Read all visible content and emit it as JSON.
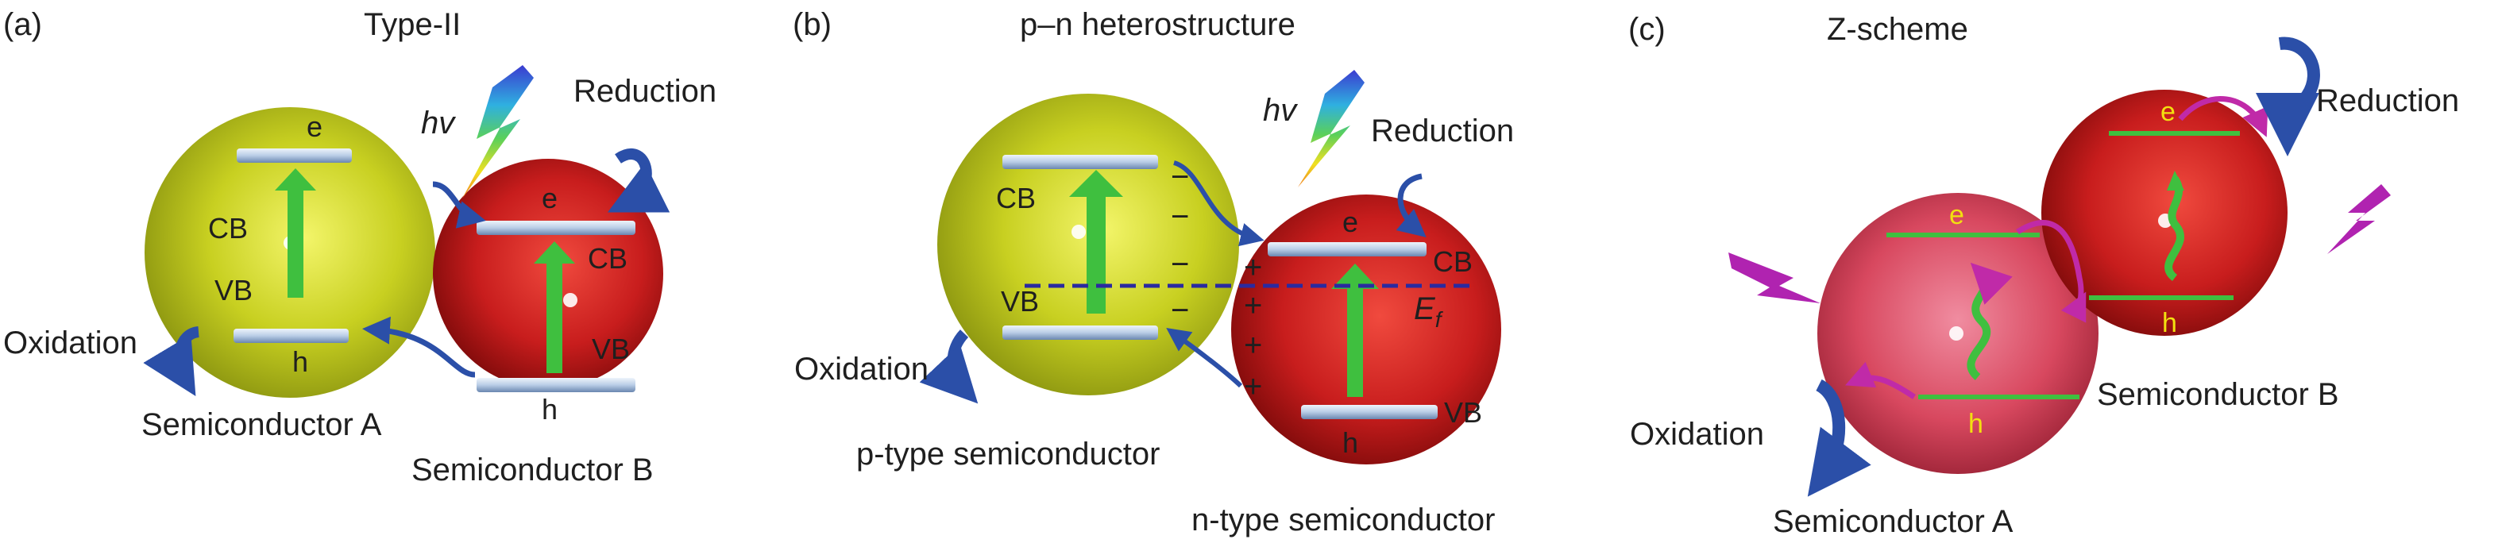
{
  "panels": [
    {
      "id": "a",
      "panel_label": "(a)",
      "title": "Type-II",
      "hv": "hv",
      "reduction": "Reduction",
      "oxidation": "Oxidation",
      "band_labels": {
        "cb_a": "CB",
        "vb_a": "VB",
        "cb_b": "CB",
        "vb_b": "VB"
      },
      "carriers": {
        "e_a": "e",
        "h_a": "h",
        "e_b": "e",
        "h_b": "h"
      },
      "semiconductor_a": "Semiconductor A",
      "semiconductor_b": "Semiconductor B"
    },
    {
      "id": "b",
      "panel_label": "(b)",
      "title": "p–n heterostructure",
      "hv": "hv",
      "reduction": "Reduction",
      "oxidation": "Oxidation",
      "band_labels": {
        "cb_p": "CB",
        "vb_p": "VB",
        "cb_n": "CB",
        "vb_n": "VB"
      },
      "carriers": {
        "e_n": "e",
        "h_n": "h"
      },
      "fermi": "E",
      "fermi_sub": "f",
      "minus": "−",
      "plus": "+",
      "p_type": "p-type semiconductor",
      "n_type": "n-type semiconductor"
    },
    {
      "id": "c",
      "panel_label": "(c)",
      "title": "Z-scheme",
      "reduction": "Reduction",
      "oxidation": "Oxidation",
      "carriers": {
        "e_a": "e",
        "h_a": "h",
        "e_b": "e",
        "h_b": "h"
      },
      "semiconductor_a": "Semiconductor A",
      "semiconductor_b": "Semiconductor B"
    }
  ],
  "colors": {
    "yellow_sphere": "#c7cf1e",
    "red_sphere": "#c81d1d",
    "pink_sphere": "#d8485f",
    "band": "#b9cde6",
    "transition_arrow": "#3fbf3f",
    "process_arrow": "#2b4fa8",
    "light_bolt_c": "#b023b0",
    "fermi_line": "#2a2aa0",
    "yellow_text": "#f2e010"
  }
}
